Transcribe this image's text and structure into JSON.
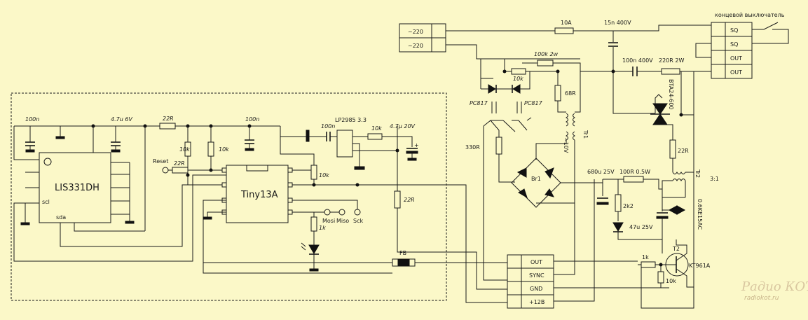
{
  "title_switch": "концевой выключатель",
  "chips": {
    "accel": "LIS331DH",
    "mcu": "Tiny13A",
    "ldo": "LP2985 3.3"
  },
  "accel_pins": {
    "scl": "scl",
    "sda": "sda"
  },
  "labels": {
    "c_100n_left": "100n",
    "c_47u6v": "4.7u 6V",
    "r_22r_top": "22R",
    "c_100n_mid": "100n",
    "c_100n_ldo": "100n",
    "r_10k_ldo": "10k",
    "c_47u20v": "4.7μ 20V",
    "r_10k_a": "10k",
    "r_10k_b": "10k",
    "reset": "Reset",
    "r_22r_reset": "22R",
    "r_10k_mcu": "10k",
    "r_22r_right": "22R",
    "r_1k_led": "1k",
    "mosi": "Mosi",
    "miso": "Miso",
    "sck": "Sck",
    "fb": "FB",
    "t_220a": "~220",
    "t_220b": "~220",
    "fuse": "10A",
    "c_15n": "15n 400V",
    "r_100k": "100k 2w",
    "r_10k_opto": "10k",
    "c_100n400": "100n 400V",
    "r_220r": "220R 2W",
    "pc817a": "PC817",
    "pc817b": "PC817",
    "r_68r": "68R",
    "tr1": "Tr1",
    "tr1_v": "~10V",
    "r_330r": "330R",
    "triac": "BTA24-600",
    "r_22r_gate": "22R",
    "br1": "Br1",
    "c_680u": "680u 25V",
    "r_100r": "100R 0.5W",
    "tr2": "Tr2",
    "tr2_ratio": "3:1",
    "r_2k2": "2k2",
    "c_47u25v": "47u 25V",
    "tvs": "0.6KE15AC",
    "t2": "T2",
    "kt961": "KT961A",
    "r_1k_t2": "1k",
    "r_10k_t2": "10k"
  },
  "sw_block": [
    "SQ",
    "SQ",
    "OUT",
    "OUT"
  ],
  "conn_block": [
    "OUT",
    "SYNC",
    "GND",
    "+12В"
  ],
  "watermark": {
    "main": "Радио КОТ",
    "url": "radiokot.ru"
  }
}
